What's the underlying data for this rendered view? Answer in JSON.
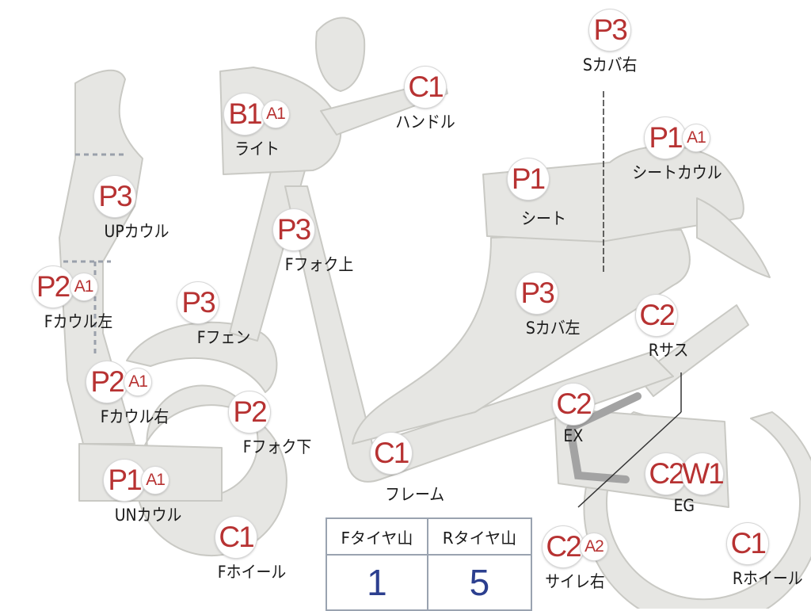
{
  "callouts": {
    "p3_s_cover_right": {
      "badges": [
        "P3"
      ],
      "label": "Sカバ右"
    },
    "c1_handle": {
      "badges": [
        "C1"
      ],
      "label": "ハンドル"
    },
    "b1_light": {
      "badges": [
        "B1",
        "A1"
      ],
      "label": "ライト"
    },
    "p1_seat_cowl": {
      "badges": [
        "P1",
        "A1"
      ],
      "label": "シートカウル"
    },
    "p1_seat": {
      "badges": [
        "P1"
      ],
      "label": "シート"
    },
    "p3_up_cowl": {
      "badges": [
        "P3"
      ],
      "label": "UPカウル"
    },
    "p3_f_fork_upper": {
      "badges": [
        "P3"
      ],
      "label": "Fフォク上"
    },
    "p2_f_cowl_left": {
      "badges": [
        "P2",
        "A1"
      ],
      "label": "Fカウル左"
    },
    "p3_f_fender": {
      "badges": [
        "P3"
      ],
      "label": "Fフェン"
    },
    "p3_s_cover_left": {
      "badges": [
        "P3"
      ],
      "label": "Sカバ左"
    },
    "c2_r_sus": {
      "badges": [
        "C2"
      ],
      "label": "Rサス"
    },
    "p2_f_cowl_right": {
      "badges": [
        "P2",
        "A1"
      ],
      "label": "Fカウル右"
    },
    "p2_f_fork_lower": {
      "badges": [
        "P2"
      ],
      "label": "Fフォク下"
    },
    "c2_ex": {
      "badges": [
        "C2"
      ],
      "label": "EX"
    },
    "c1_frame": {
      "badges": [
        "C1"
      ],
      "label": "フレーム"
    },
    "c2w1_eg": {
      "badges": [
        "C2",
        "W1"
      ],
      "label": "EG"
    },
    "p1_un_cowl": {
      "badges": [
        "P1",
        "A1"
      ],
      "label": "UNカウル"
    },
    "c1_f_wheel": {
      "badges": [
        "C1"
      ],
      "label": "Fホイール"
    },
    "c2_muffler_right": {
      "badges": [
        "C2",
        "A2"
      ],
      "label": "サイレ右"
    },
    "c1_r_wheel": {
      "badges": [
        "C1"
      ],
      "label": "Rホイール"
    }
  },
  "tire_table": {
    "headers": [
      "Fタイヤ山",
      "Rタイヤ山"
    ],
    "values": [
      "1",
      "5"
    ]
  },
  "colors": {
    "part_fill": "#e6e6e3",
    "part_stroke": "#c9c9c4",
    "badge_text": "#b73232",
    "table_value": "#2c3f8f"
  }
}
